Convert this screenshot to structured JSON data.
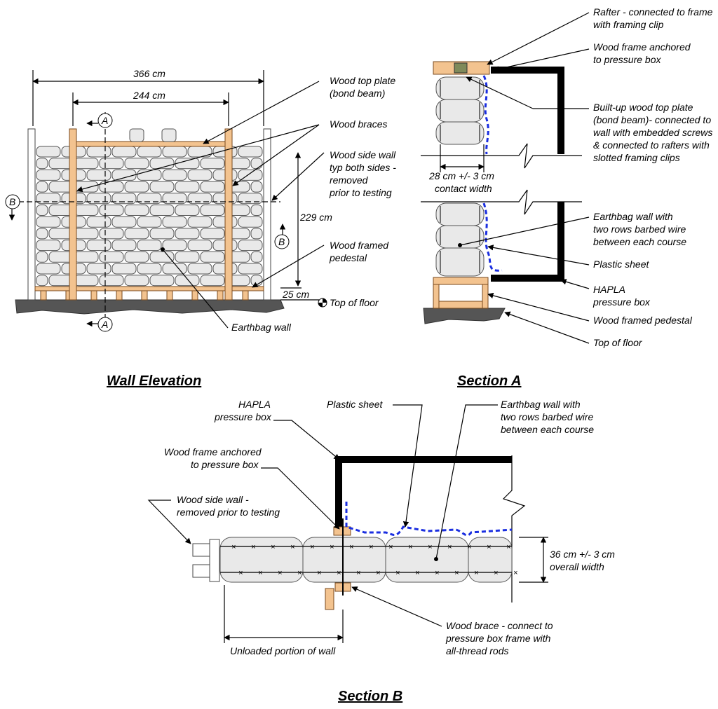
{
  "titles": {
    "elevation": "Wall Elevation",
    "section_a": "Section A",
    "section_b": "Section B"
  },
  "elevation": {
    "dim_overall": "366 cm",
    "dim_inner": "244 cm",
    "dim_height": "229 cm",
    "dim_pedestal": "25 cm",
    "marker_a": "A",
    "marker_b": "B",
    "labels": {
      "top_plate_1": "Wood top plate",
      "top_plate_2": "(bond beam)",
      "braces": "Wood braces",
      "side_wall_1": "Wood side wall",
      "side_wall_2": "typ both sides -",
      "side_wall_3": "removed",
      "side_wall_4": "prior to testing",
      "pedestal_1": "Wood framed",
      "pedestal_2": "pedestal",
      "top_of_floor": "Top of floor",
      "earthbag": "Earthbag wall"
    }
  },
  "section_a": {
    "rafter_1": "Rafter - connected to frame",
    "rafter_2": "with framing clip",
    "frame_1": "Wood frame anchored",
    "frame_2": "to pressure box",
    "plate_1": "Built-up wood top plate",
    "plate_2": "(bond beam)- connected to",
    "plate_3": "wall with embedded screws",
    "plate_4": "& connected to rafters with",
    "plate_5": "slotted framing clips",
    "contact_1": "28 cm +/- 3 cm",
    "contact_2": "contact width",
    "earthbag_1": "Earthbag wall with",
    "earthbag_2": "two rows barbed wire",
    "earthbag_3": "between each course",
    "plastic": "Plastic sheet",
    "hapla_1": "HAPLA",
    "hapla_2": "pressure box",
    "pedestal": "Wood framed pedestal",
    "floor": "Top of floor"
  },
  "section_b": {
    "hapla_1": "HAPLA",
    "hapla_2": "pressure box",
    "plastic": "Plastic sheet",
    "earthbag_1": "Earthbag wall with",
    "earthbag_2": "two rows barbed wire",
    "earthbag_3": "between each course",
    "frame_1": "Wood frame anchored",
    "frame_2": "to pressure box",
    "side_1": "Wood side wall -",
    "side_2": "removed prior to testing",
    "width_1": "36 cm +/- 3 cm",
    "width_2": "overall width",
    "unloaded": "Unloaded portion of wall",
    "brace_1": "Wood brace - connect to",
    "brace_2": "pressure box frame with",
    "brace_3": "all-thread rods"
  },
  "colors": {
    "wood": "#f3c38f",
    "bag": "#e9e9e9",
    "plastic": "#1a2ee0",
    "pressure_box": "#000000"
  }
}
